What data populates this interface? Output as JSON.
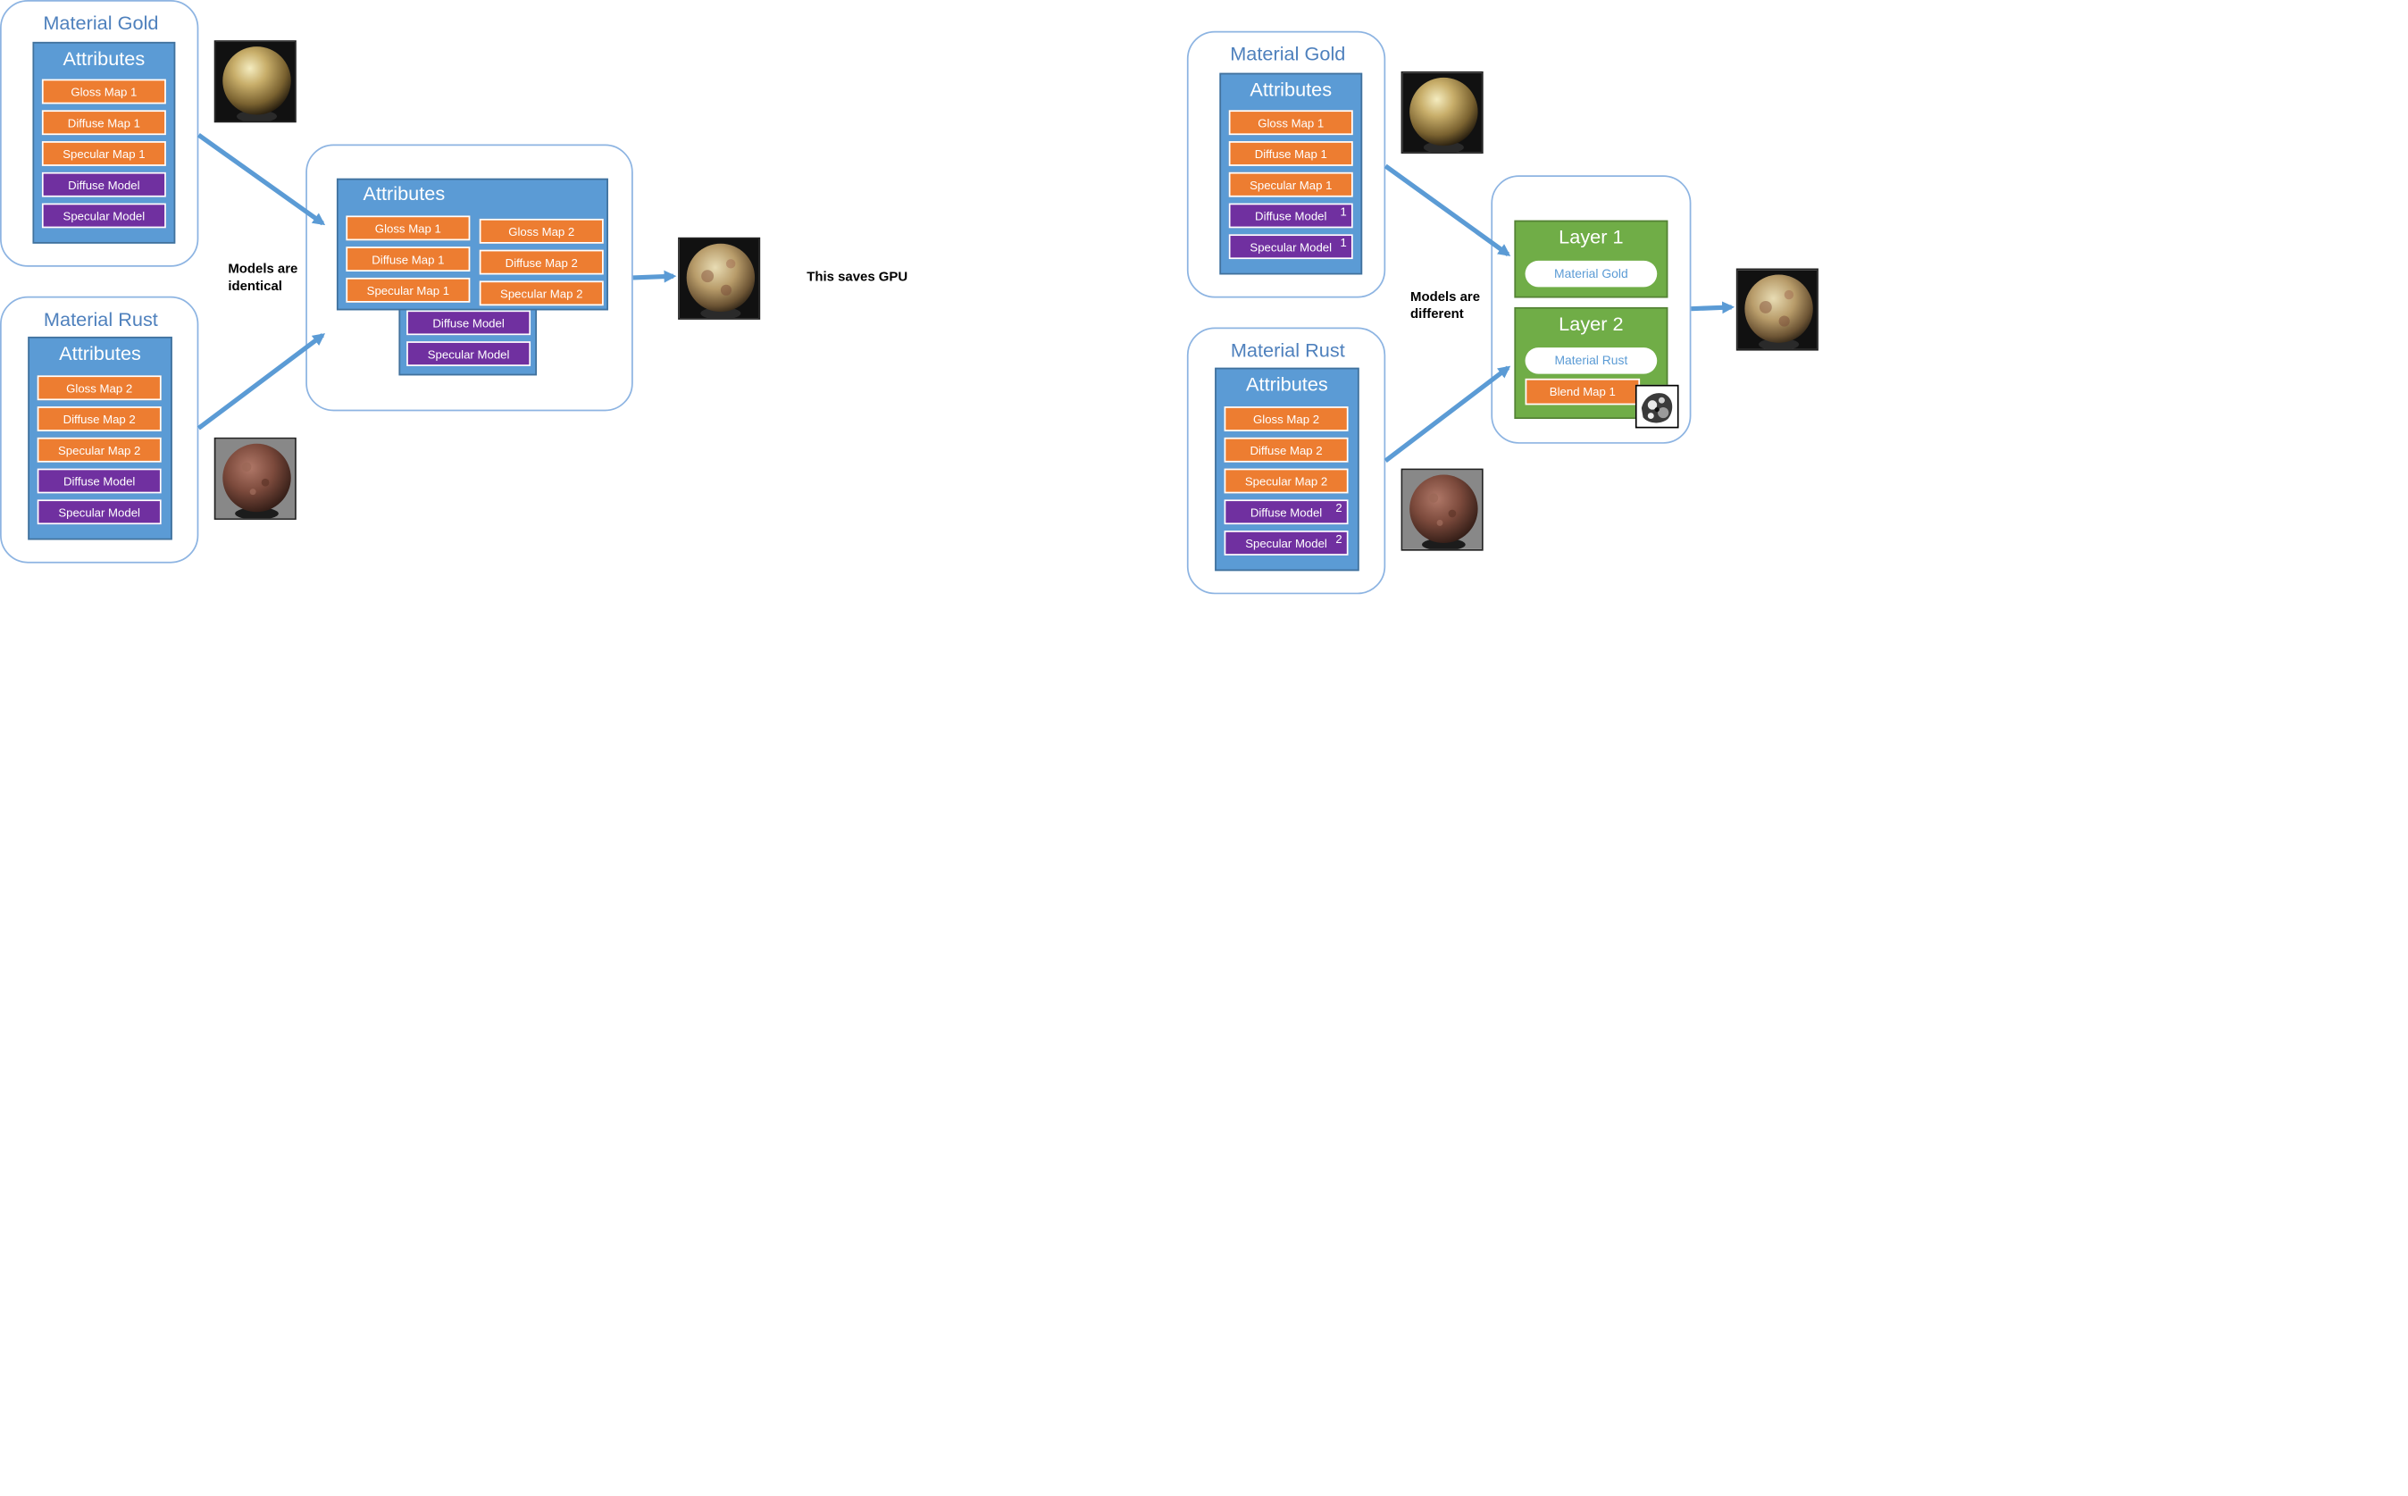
{
  "left": {
    "gold": {
      "title": "Material Gold",
      "attributes_label": "Attributes",
      "chips": [
        "Gloss Map 1",
        "Diffuse Map 1",
        "Specular Map 1",
        "Diffuse Model",
        "Specular Model"
      ]
    },
    "rust": {
      "title": "Material Rust",
      "attributes_label": "Attributes",
      "chips": [
        "Gloss Map 2",
        "Diffuse Map 2",
        "Specular Map 2",
        "Diffuse Model",
        "Specular Model"
      ]
    },
    "merged": {
      "attributes_label": "Attributes",
      "col1": [
        "Gloss Map 1",
        "Diffuse Map 1",
        "Specular Map 1"
      ],
      "col2": [
        "Gloss Map 2",
        "Diffuse Map 2",
        "Specular Map 2"
      ],
      "models": [
        "Diffuse Model",
        "Specular Model"
      ]
    },
    "note_models": "Models are identical",
    "note_saves": "This saves GPU"
  },
  "right": {
    "gold": {
      "title": "Material Gold",
      "attributes_label": "Attributes",
      "chips": [
        "Gloss Map 1",
        "Diffuse Map 1",
        "Specular Map 1",
        "Diffuse Model",
        "Specular Model"
      ],
      "badges": [
        "1",
        "1"
      ]
    },
    "rust": {
      "title": "Material Rust",
      "attributes_label": "Attributes",
      "chips": [
        "Gloss Map 2",
        "Diffuse Map 2",
        "Specular Map 2",
        "Diffuse Model",
        "Specular Model"
      ],
      "badges": [
        "2",
        "2"
      ]
    },
    "layer1": {
      "title": "Layer 1",
      "pill": "Material Gold"
    },
    "layer2": {
      "title": "Layer 2",
      "pill": "Material Rust",
      "blend": "Blend Map 1"
    },
    "note_models": "Models are different"
  },
  "colors": {
    "frame_border": "#8db4e2",
    "attributes_blue": "#5b9bd5",
    "map_orange": "#ed7d31",
    "model_purple": "#7030a0",
    "layer_green": "#70ad47",
    "arrow_blue": "#5b9bd5"
  },
  "icons": [
    "gold-sphere-icon",
    "rust-sphere-icon",
    "blended-sphere-icon",
    "blend-mask-icon"
  ]
}
